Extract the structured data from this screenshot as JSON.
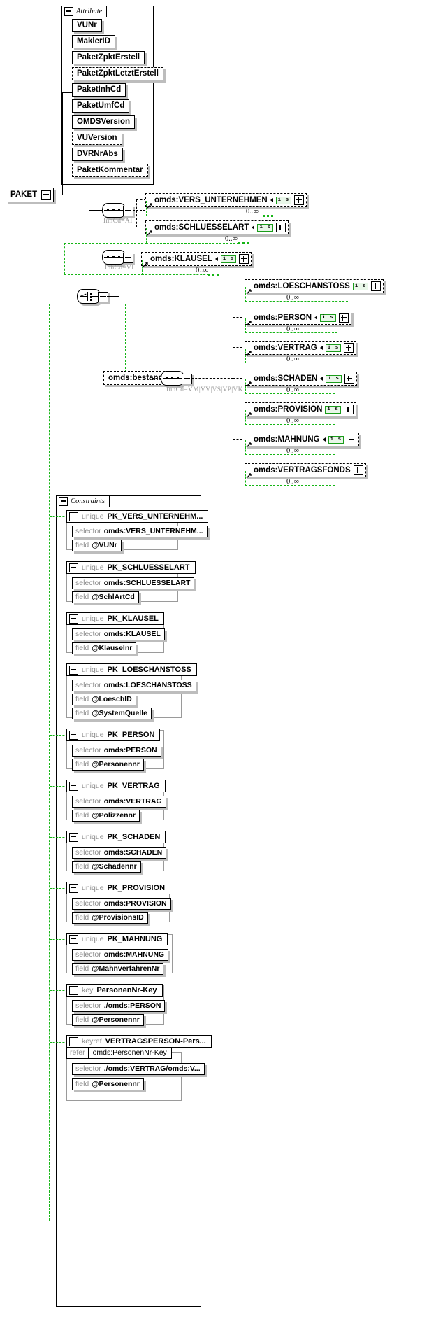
{
  "root": {
    "label": "PAKET"
  },
  "attribute_group": {
    "title": "Attribute",
    "items": [
      {
        "label": "VUNr",
        "optional": false
      },
      {
        "label": "MaklerID",
        "optional": false
      },
      {
        "label": "PaketZpktErstell",
        "optional": false
      },
      {
        "label": "PaketZpktLetztErstell",
        "optional": true
      },
      {
        "label": "PaketInhCd",
        "optional": false
      },
      {
        "label": "PaketUmfCd",
        "optional": false
      },
      {
        "label": "OMDSVersion",
        "optional": false
      },
      {
        "label": "VUVersion",
        "optional": true
      },
      {
        "label": "DVRNrAbs",
        "optional": false
      },
      {
        "label": "PaketKommentar",
        "optional": true
      }
    ]
  },
  "sequences": [
    {
      "inhcd": "InhCd=AI"
    },
    {
      "inhcd": "InhCd=VI"
    },
    {
      "inhcd": "InhCd=VM|VV|VS|VP|VK"
    }
  ],
  "elements": {
    "seq_ai": [
      {
        "label": "omds:VERS_UNTERNEHMEN",
        "badge": "i s",
        "cardinality": "0..∞"
      },
      {
        "label": "omds:SCHLUESSELART",
        "badge": "i s",
        "cardinality": "0..∞"
      }
    ],
    "seq_vi": [
      {
        "label": "omds:KLAUSEL",
        "badge": "i s",
        "cardinality": "0..∞"
      }
    ],
    "bestand_node": {
      "label": "omds:bestand"
    },
    "bestand_children": [
      {
        "label": "omds:LOESCHANSTOSS",
        "badge": "i s",
        "cardinality": "0..∞"
      },
      {
        "label": "omds:PERSON",
        "badge": "i s",
        "cardinality": "0..∞"
      },
      {
        "label": "omds:VERTRAG",
        "badge": "i s",
        "cardinality": "0..∞"
      },
      {
        "label": "omds:SCHADEN",
        "badge": "i s",
        "cardinality": "0..∞"
      },
      {
        "label": "omds:PROVISION",
        "badge": "i s",
        "cardinality": "0..∞"
      },
      {
        "label": "omds:MAHNUNG",
        "badge": "i s",
        "cardinality": "0..∞"
      },
      {
        "label": "omds:VERTRAGSFONDS",
        "badge": "",
        "cardinality": "0..∞"
      }
    ]
  },
  "constraints": {
    "title": "Constraints",
    "items": [
      {
        "kind": "unique",
        "name": "PK_VERS_UNTERNEHM...",
        "refer": null,
        "selector": "omds:VERS_UNTERNEHM...",
        "field": "@VUNr"
      },
      {
        "kind": "unique",
        "name": "PK_SCHLUESSELART",
        "refer": null,
        "selector": "omds:SCHLUESSELART",
        "field": "@SchlArtCd"
      },
      {
        "kind": "unique",
        "name": "PK_KLAUSEL",
        "refer": null,
        "selector": "omds:KLAUSEL",
        "field": "@Klauselnr"
      },
      {
        "kind": "unique",
        "name": "PK_LOESCHANSTOSS",
        "refer": null,
        "selector": "omds:LOESCHANSTOSS",
        "field": "@LoeschID",
        "field2": "@SystemQuelle"
      },
      {
        "kind": "unique",
        "name": "PK_PERSON",
        "refer": null,
        "selector": "omds:PERSON",
        "field": "@Personennr"
      },
      {
        "kind": "unique",
        "name": "PK_VERTRAG",
        "refer": null,
        "selector": "omds:VERTRAG",
        "field": "@Polizzennr"
      },
      {
        "kind": "unique",
        "name": "PK_SCHADEN",
        "refer": null,
        "selector": "omds:SCHADEN",
        "field": "@Schadennr"
      },
      {
        "kind": "unique",
        "name": "PK_PROVISION",
        "refer": null,
        "selector": "omds:PROVISION",
        "field": "@ProvisionsID"
      },
      {
        "kind": "unique",
        "name": "PK_MAHNUNG",
        "refer": null,
        "selector": "omds:MAHNUNG",
        "field": "@MahnverfahrenNr"
      },
      {
        "kind": "key",
        "name": "PersonenNr-Key",
        "refer": null,
        "selector": "./omds:PERSON",
        "field": "@Personennr"
      },
      {
        "kind": "keyref",
        "name": "VERTRAGSPERSON-Pers...",
        "refer": "omds:PersonenNr-Key",
        "selector": "./omds:VERTRAG/omds:V...",
        "field": "@Personennr"
      }
    ],
    "labels": {
      "selector": "selector",
      "field": "field",
      "refer": "refer"
    }
  },
  "colors": {
    "accent_green": "#16b516",
    "shadow": "#bdbdbd",
    "muted": "#8d8d8d"
  }
}
